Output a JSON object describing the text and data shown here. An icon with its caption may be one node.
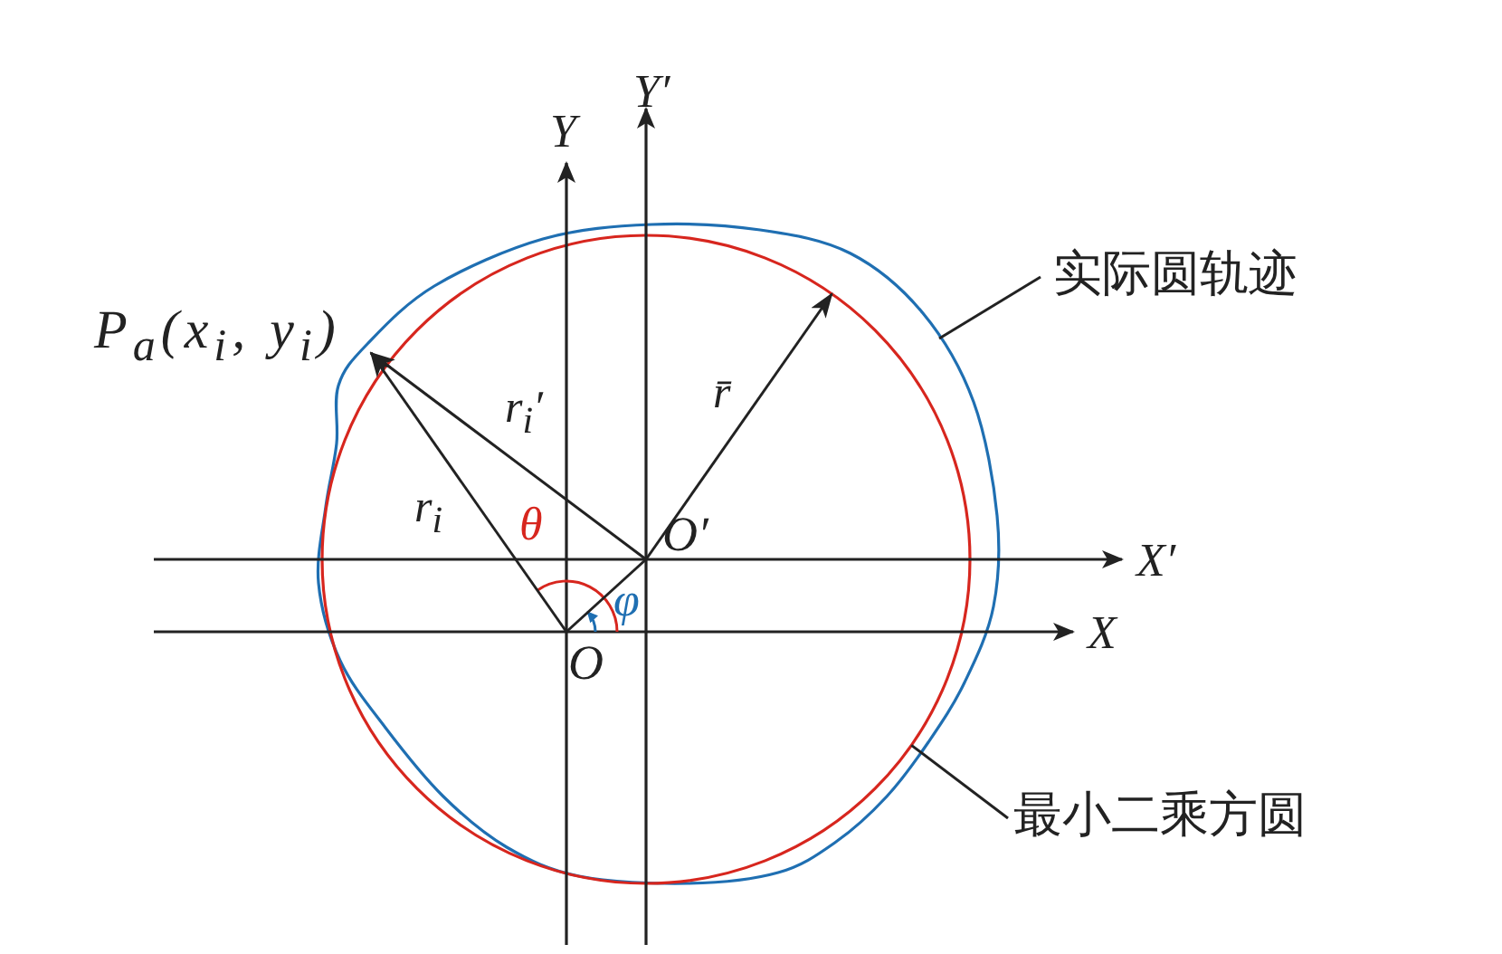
{
  "diagram": {
    "nodes": [
      {
        "text": [
          "*P*$_{a}$(*x*$_{i}$, *y*$_{i}$)"
        ]
      },
      {
        "text": [
          "实际圆轨迹"
        ]
      },
      {
        "text": [],
        "shape": "curve"
      },
      {
        "text": [],
        "shape": "circle",
        "in": 2
      },
      {
        "text": [
          "最小二乘方圆"
        ]
      },
      {
        "text": [
          "O′"
        ],
        "in": 3
      },
      {
        "text": [
          "O"
        ],
        "in": 3
      }
    ],
    "edges": [
      {
        "from": 6,
        "to": 0,
        "arrow": "to",
        "label": "r$_{i}$"
      },
      {
        "from": 5,
        "to": 0,
        "arrow": "to",
        "label": "r$_{i}$′"
      },
      {
        "from": 5,
        "to": 3,
        "arrow": "to",
        "label": "r̄"
      },
      {
        "from": 1,
        "to": 2,
        "arrow": "none"
      },
      {
        "from": 4,
        "to": 3,
        "arrow": "none"
      },
      {
        "from": 6,
        "to": 5,
        "arrow": "none"
      }
    ],
    "labels": [
      "Y′",
      "Y",
      "X′",
      "X",
      "θ",
      "φ"
    ]
  }
}
